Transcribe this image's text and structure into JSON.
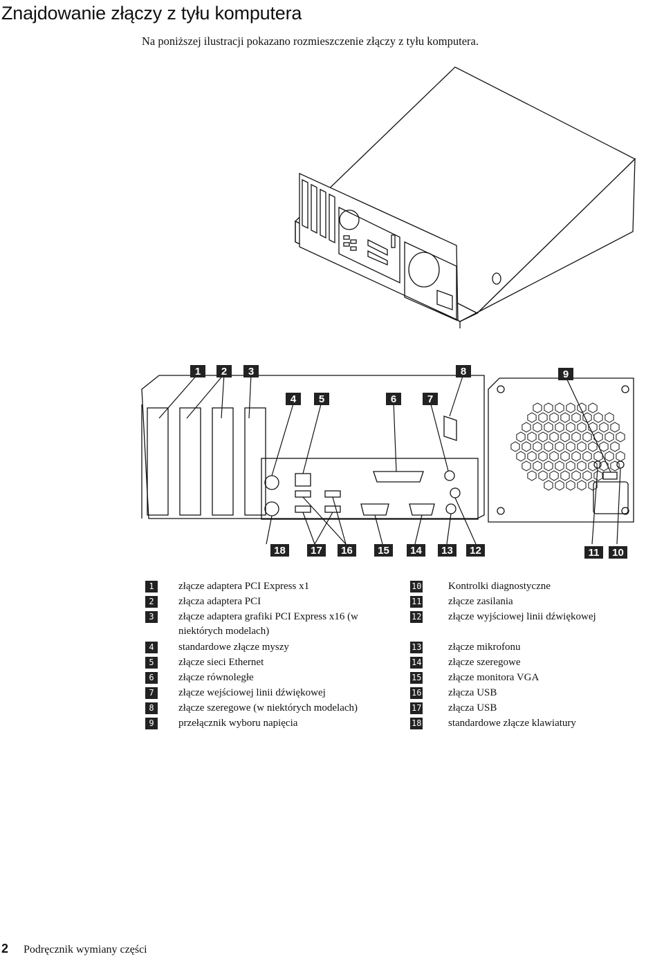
{
  "page": {
    "title": "Znajdowanie złączy z tyłu komputera",
    "intro": "Na poniższej ilustracji pokazano rozmieszczenie złączy z tyłu komputera.",
    "footer_page": "2",
    "footer_text": "Podręcznik wymiany części"
  },
  "callouts": [
    "1",
    "2",
    "3",
    "4",
    "5",
    "6",
    "7",
    "8",
    "9",
    "10",
    "11",
    "12",
    "13",
    "14",
    "15",
    "16",
    "17",
    "18"
  ],
  "legend": [
    {
      "num": "1",
      "text": "złącze adaptera PCI Express x1"
    },
    {
      "num": "2",
      "text": "złącza adaptera PCI"
    },
    {
      "num": "3",
      "text": "złącze adaptera grafiki PCI Express x16 (w niektórych modelach)"
    },
    {
      "num": "4",
      "text": "standardowe złącze myszy"
    },
    {
      "num": "5",
      "text": "złącze sieci Ethernet"
    },
    {
      "num": "6",
      "text": "złącze równoległe"
    },
    {
      "num": "7",
      "text": "złącze wejściowej linii dźwiękowej"
    },
    {
      "num": "8",
      "text": "złącze szeregowe (w niektórych modelach)"
    },
    {
      "num": "9",
      "text": "przełącznik wyboru napięcia"
    },
    {
      "num": "10",
      "text": "Kontrolki diagnostyczne"
    },
    {
      "num": "11",
      "text": "złącze zasilania"
    },
    {
      "num": "12",
      "text": "złącze wyjściowej linii dźwiękowej"
    },
    {
      "num": "13",
      "text": "złącze mikrofonu"
    },
    {
      "num": "14",
      "text": "złącze szeregowe"
    },
    {
      "num": "15",
      "text": "złącze monitora VGA"
    },
    {
      "num": "16",
      "text": "złącza USB"
    },
    {
      "num": "17",
      "text": "złącza USB"
    },
    {
      "num": "18",
      "text": "standardowe złącze klawiatury"
    }
  ]
}
